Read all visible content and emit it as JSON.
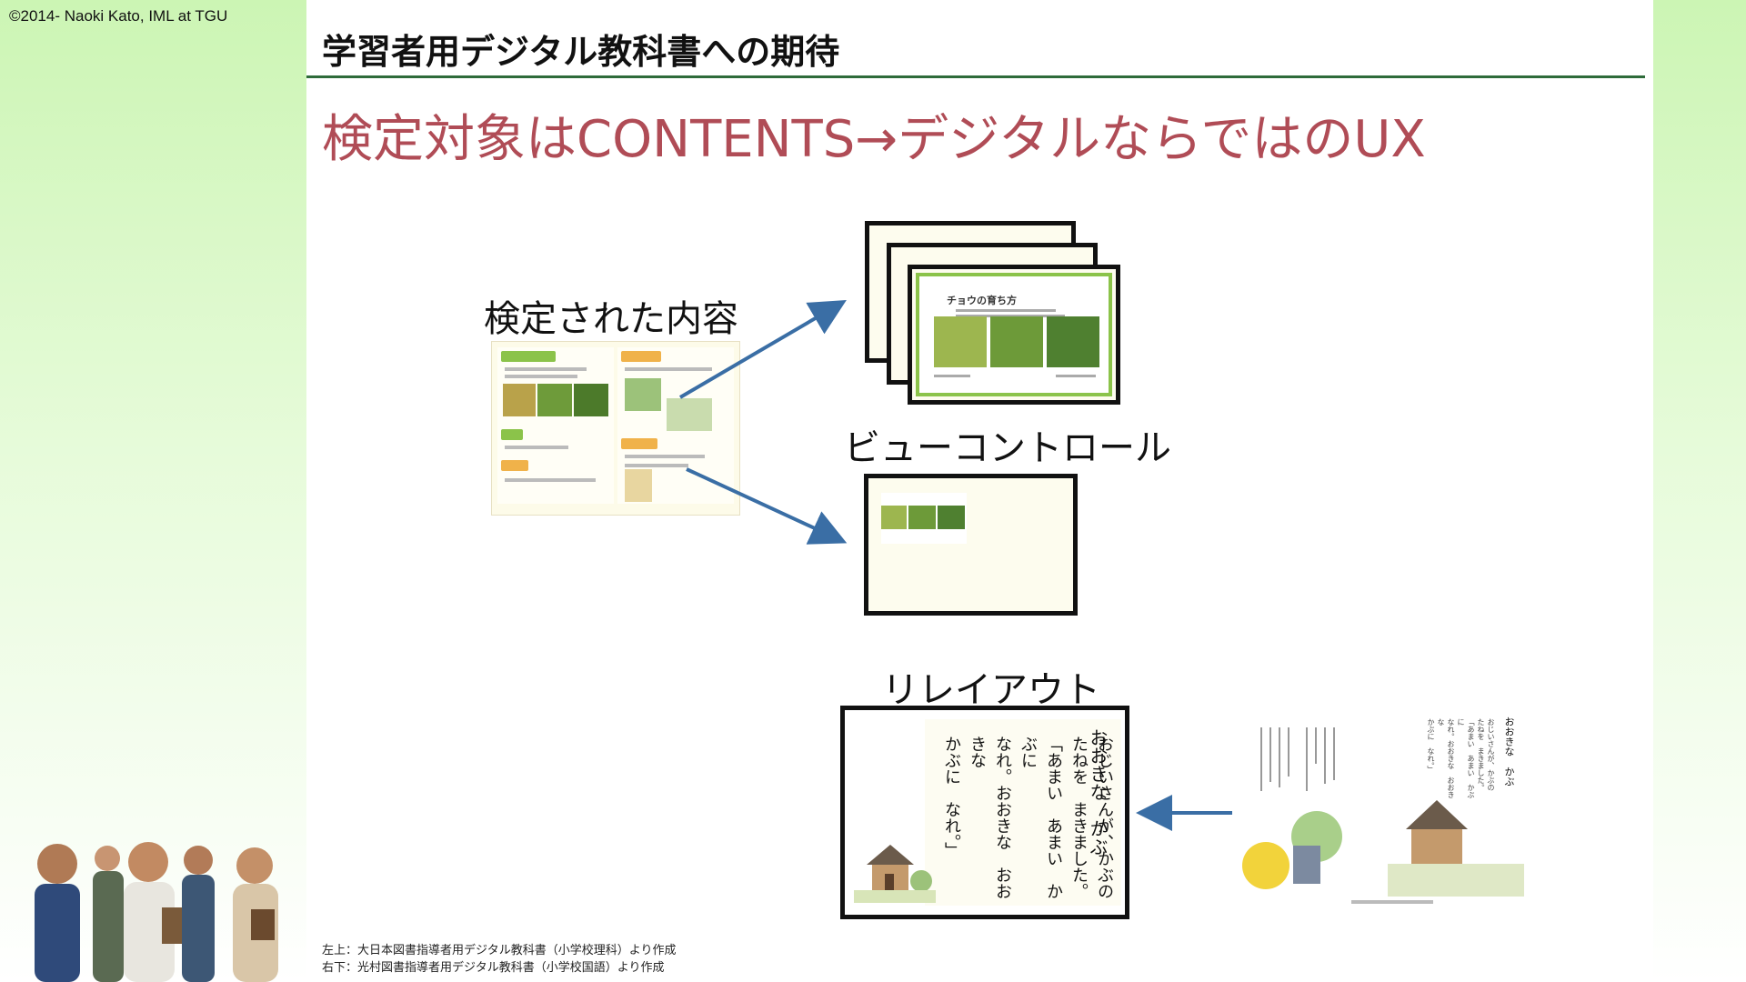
{
  "copyright": "©2014- Naoki Kato, IML at TGU",
  "slide": {
    "title": "学習者用デジタル教科書への期待",
    "subtitle": "検定対象はCONTENTS→デジタルならではのUX"
  },
  "labels": {
    "approved_content": "検定された内容",
    "view_control": "ビューコントロール",
    "relayout": "リレイアウト"
  },
  "thumbnails": {
    "science_page_title": "チョウの育ち方",
    "reading_title": "おおきな　かぶ",
    "reading_body": [
      "おじいさんが、かぶの",
      "たねを　まきました。",
      "「あまい　あまい　かぶに",
      "なれ。おおきな　おおきな",
      "かぶに　なれ。」"
    ]
  },
  "credits": {
    "line1": "左上：大日本図書指導者用デジタル教科書（小学校理科）より作成",
    "line2": "右下：光村図書指導者用デジタル教科書（小学校国語）より作成"
  },
  "colors": {
    "accent_subtitle": "#b04c56",
    "arrow": "#3a6ea5",
    "rule": "#2e6b3a",
    "side_gradient_top": "#ccf5b4"
  },
  "icons": {
    "arrow": "arrow-icon",
    "illustration": "students-illustration"
  }
}
